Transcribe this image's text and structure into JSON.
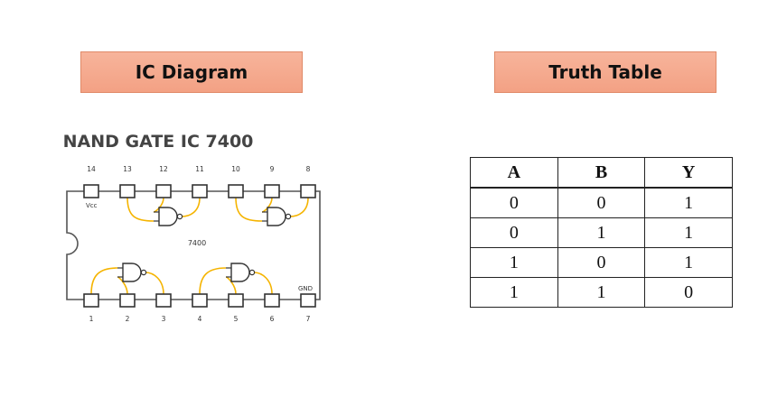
{
  "headers": {
    "ic_diagram": "IC Diagram",
    "truth_table": "Truth Table"
  },
  "ic": {
    "title": "NAND GATE IC 7400",
    "chip_label": "7400",
    "vcc_label": "Vcc",
    "gnd_label": "GND",
    "top_pins": [
      "14",
      "13",
      "12",
      "11",
      "10",
      "9",
      "8"
    ],
    "bottom_pins": [
      "1",
      "2",
      "3",
      "4",
      "5",
      "6",
      "7"
    ],
    "wire_color": "#f5b400"
  },
  "truth_table": {
    "columns": [
      "A",
      "B",
      "Y"
    ],
    "rows": [
      [
        "0",
        "0",
        "1"
      ],
      [
        "0",
        "1",
        "1"
      ],
      [
        "1",
        "0",
        "1"
      ],
      [
        "1",
        "1",
        "0"
      ]
    ]
  }
}
